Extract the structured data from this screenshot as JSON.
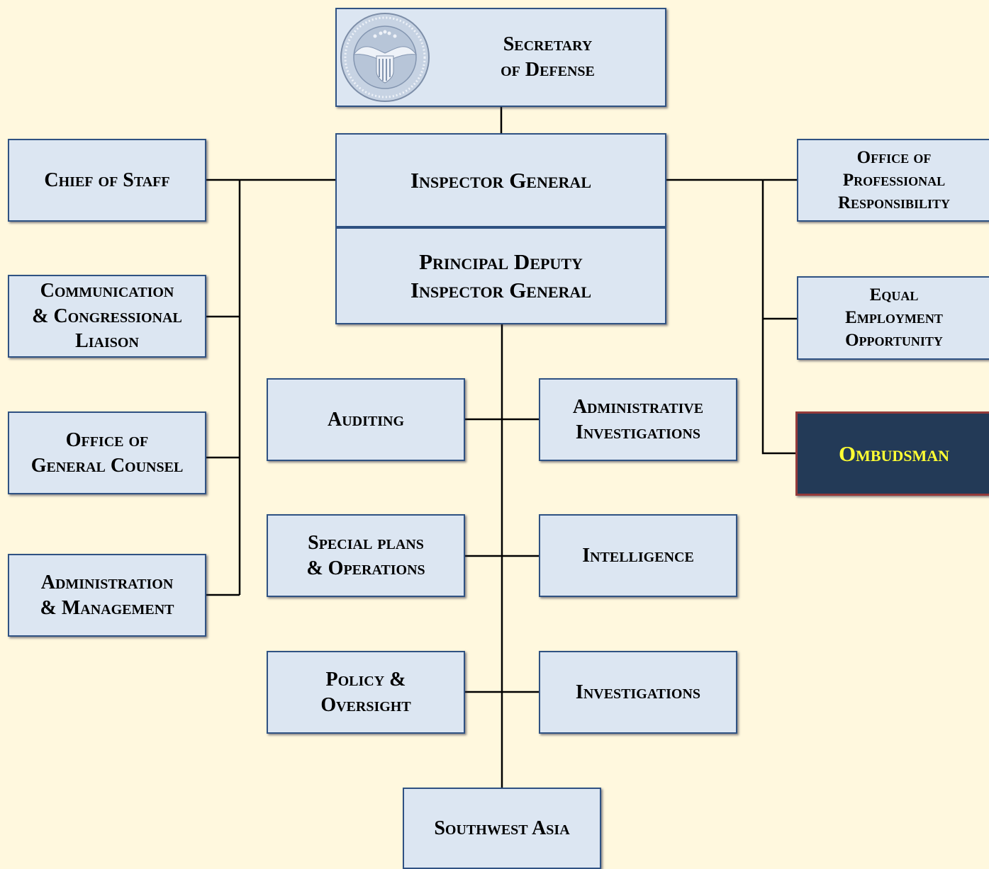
{
  "secretary": {
    "lines": [
      "Secretary",
      "of Defense"
    ],
    "seal": "dod-seal-icon"
  },
  "inspector_general": {
    "lines": [
      "Inspector General"
    ]
  },
  "principal_deputy": {
    "lines": [
      "Principal Deputy",
      "Inspector General"
    ]
  },
  "left_staff": [
    {
      "lines": [
        "Chief of Staff"
      ]
    },
    {
      "lines": [
        "Communication",
        "& Congressional",
        "Liaison"
      ]
    },
    {
      "lines": [
        "Office of",
        "General Counsel"
      ]
    },
    {
      "lines": [
        "Administration",
        "& Management"
      ]
    }
  ],
  "right_staff": [
    {
      "lines": [
        "Office of",
        "Professional",
        "Responsibility"
      ]
    },
    {
      "lines": [
        "Equal",
        "Employment",
        "Opportunity"
      ]
    },
    {
      "lines": [
        "Ombudsman"
      ],
      "highlighted": true
    }
  ],
  "components": [
    {
      "lines": [
        "Auditing"
      ]
    },
    {
      "lines": [
        "Administrative",
        "Investigations"
      ]
    },
    {
      "lines": [
        "Special plans",
        "& Operations"
      ]
    },
    {
      "lines": [
        "Intelligence"
      ]
    },
    {
      "lines": [
        "Policy &",
        "Oversight"
      ]
    },
    {
      "lines": [
        "Investigations"
      ]
    },
    {
      "lines": [
        "Southwest Asia"
      ]
    }
  ],
  "colors": {
    "background": "#fff8de",
    "box_fill": "#dce6f2",
    "box_border": "#2f5283",
    "highlight_fill": "#233a57",
    "highlight_text": "#ffff33",
    "highlight_border": "#943a3a"
  }
}
